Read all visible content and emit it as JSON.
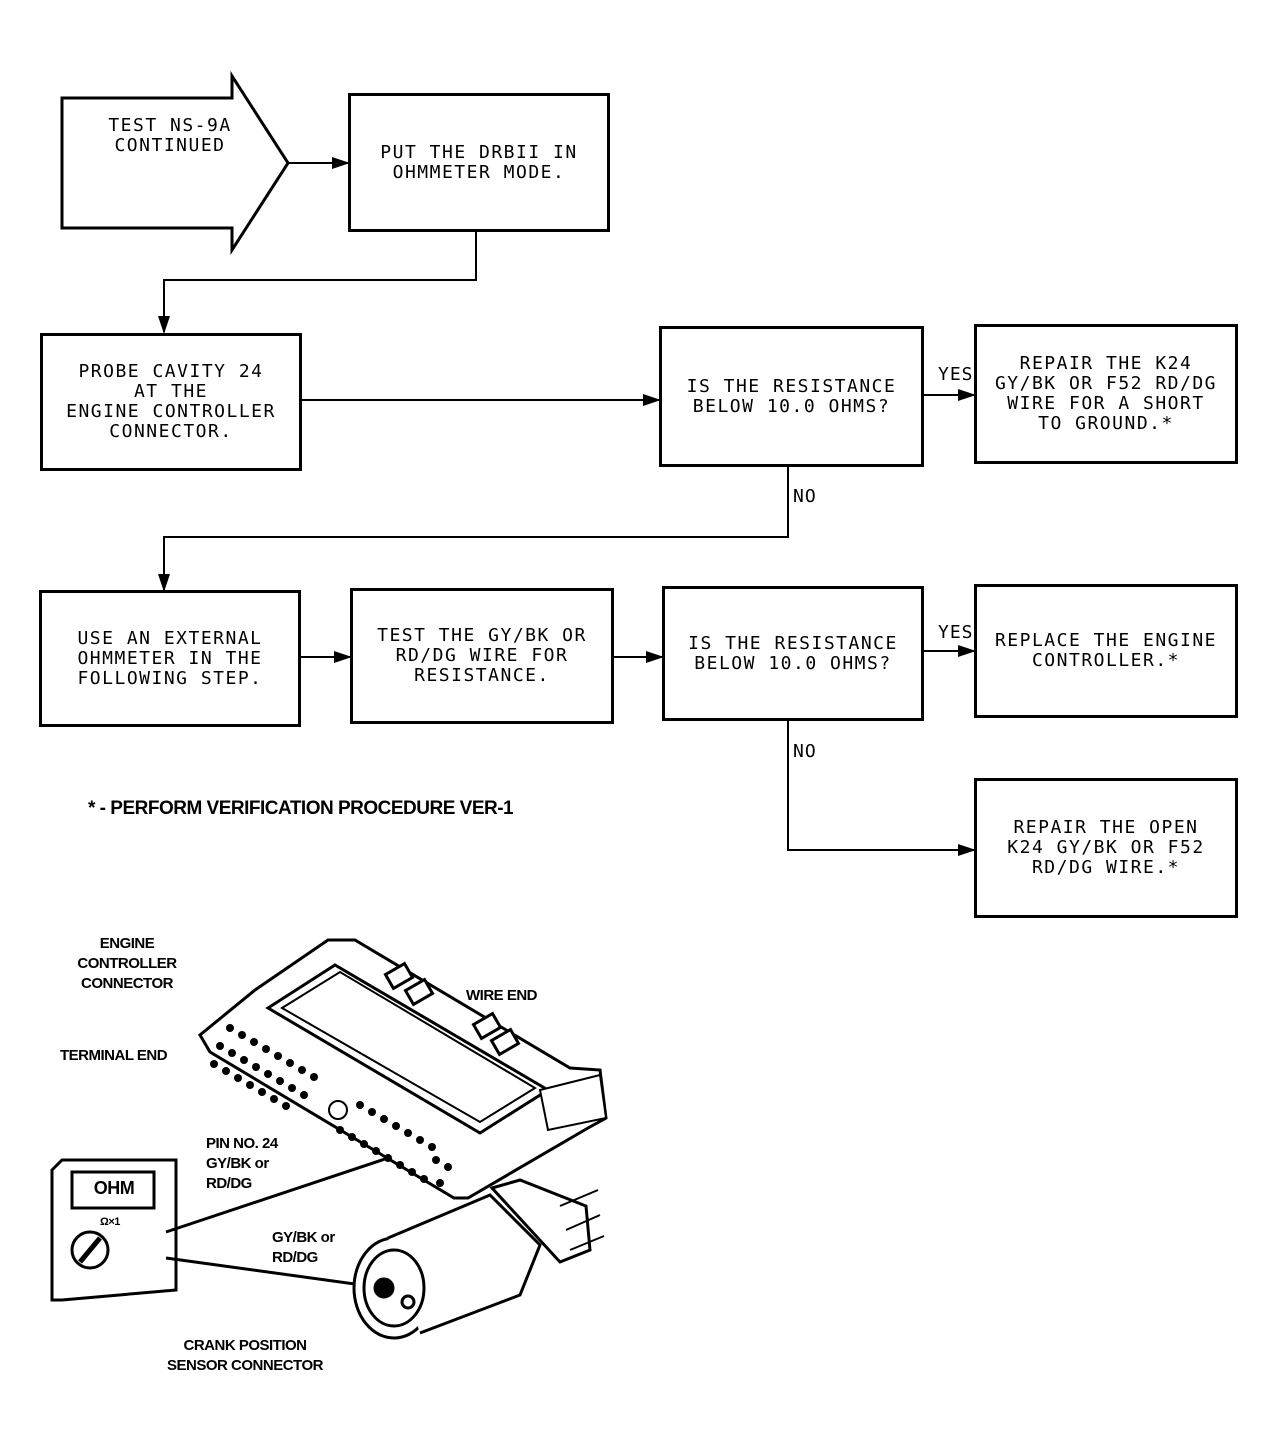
{
  "start": {
    "label": "TEST NS-9A\nCONTINUED"
  },
  "steps": {
    "drb_mode": "PUT THE DRBII IN\nOHMMETER MODE.",
    "probe_cavity": "PROBE CAVITY 24\nAT THE\nENGINE CONTROLLER\nCONNECTOR.",
    "decision_1": "IS THE RESISTANCE\nBELOW 10.0 OHMS?",
    "repair_short": "REPAIR THE K24\nGY/BK OR F52 RD/DG\nWIRE FOR A SHORT\nTO GROUND.*",
    "use_external": "USE AN EXTERNAL\nOHMMETER IN THE\nFOLLOWING STEP.",
    "test_wire": "TEST THE GY/BK OR\nRD/DG WIRE FOR\nRESISTANCE.",
    "decision_2": "IS THE RESISTANCE\nBELOW 10.0 OHMS?",
    "replace_controller": "REPLACE THE ENGINE\nCONTROLLER.*",
    "repair_open": "REPAIR THE OPEN\nK24 GY/BK OR F52\nRD/DG WIRE.*"
  },
  "branch_labels": {
    "yes_1": "YES",
    "no_1": "NO",
    "yes_2": "YES",
    "no_2": "NO"
  },
  "footnote": "* - PERFORM VERIFICATION PROCEDURE VER-1",
  "illustration": {
    "engine_connector": "ENGINE\nCONTROLLER\nCONNECTOR",
    "wire_end": "WIRE END",
    "terminal_end": "TERMINAL END",
    "pin": "PIN NO. 24\nGY/BK or\nRD/DG",
    "meter": "OHM",
    "meter_range": "Ω×1",
    "sensor_wire": "GY/BK or\nRD/DG",
    "crank_sensor": "CRANK POSITION\nSENSOR CONNECTOR"
  }
}
